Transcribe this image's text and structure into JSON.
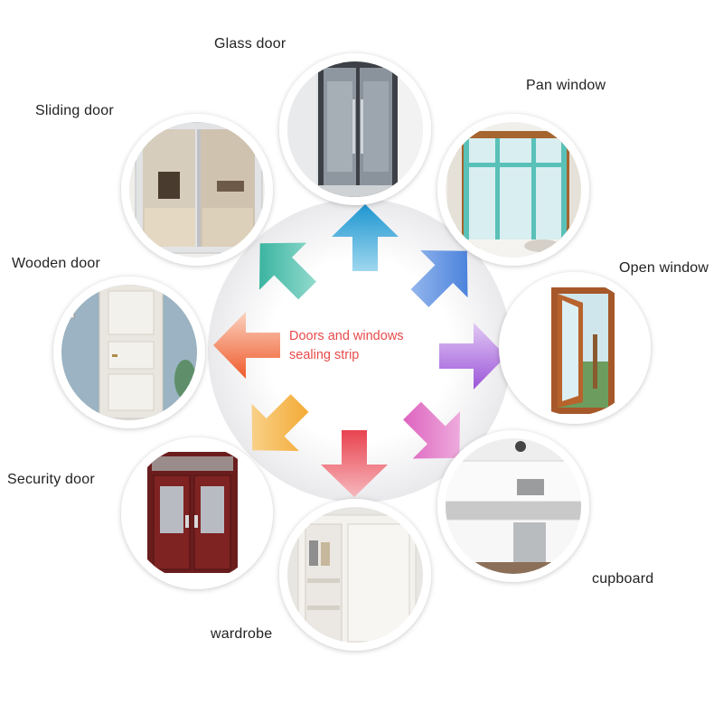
{
  "center": {
    "line1": "Doors and windows",
    "line2": "sealing strip"
  },
  "items": [
    {
      "id": "glass-door",
      "label": "Glass door"
    },
    {
      "id": "pan-window",
      "label": "Pan window"
    },
    {
      "id": "open-window",
      "label": "Open window"
    },
    {
      "id": "cupboard",
      "label": "cupboard"
    },
    {
      "id": "wardrobe",
      "label": "wardrobe"
    },
    {
      "id": "security-door",
      "label": "Security door"
    },
    {
      "id": "wooden-door",
      "label": "Wooden door"
    },
    {
      "id": "sliding-door",
      "label": "Sliding door"
    }
  ],
  "arrows": [
    {
      "direction": "up",
      "color": "#1e96d0"
    },
    {
      "direction": "up-right",
      "color": "#2f6fd6"
    },
    {
      "direction": "right",
      "color": "#9b55d8"
    },
    {
      "direction": "down-right",
      "color": "#d952b8"
    },
    {
      "direction": "down",
      "color": "#e8434f"
    },
    {
      "direction": "down-left",
      "color": "#f2a020"
    },
    {
      "direction": "left",
      "color": "#ef5a2a"
    },
    {
      "direction": "up-left",
      "color": "#17a58e"
    }
  ]
}
